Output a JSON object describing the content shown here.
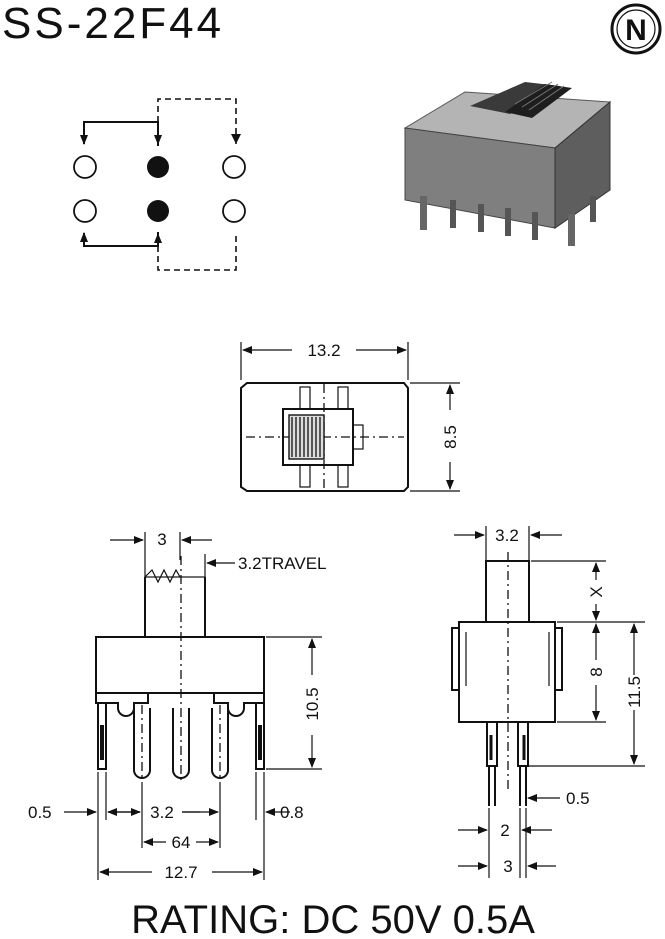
{
  "title": "SS-22F44",
  "logo_letter": "N",
  "rating": "RATING: DC 50V 0.5A",
  "top_view": {
    "width": "13.2",
    "height": "8.5"
  },
  "front_view": {
    "knob_width": "3",
    "travel": "3.2TRAVEL",
    "height": "10.5",
    "pin_thickness": "0.5",
    "pin_pitch": "3.2",
    "end_pin_width": "0.8",
    "pin_span": "64",
    "total_width": "12.7"
  },
  "side_view": {
    "knob_width": "3.2",
    "knob_height": "X",
    "body_height": "8",
    "total_height": "11.5",
    "pin_thickness": "0.5",
    "pin_spacing": "2",
    "pin_outer": "3"
  },
  "colors": {
    "ink": "#111111",
    "body_grey": "#8a8a8a"
  }
}
